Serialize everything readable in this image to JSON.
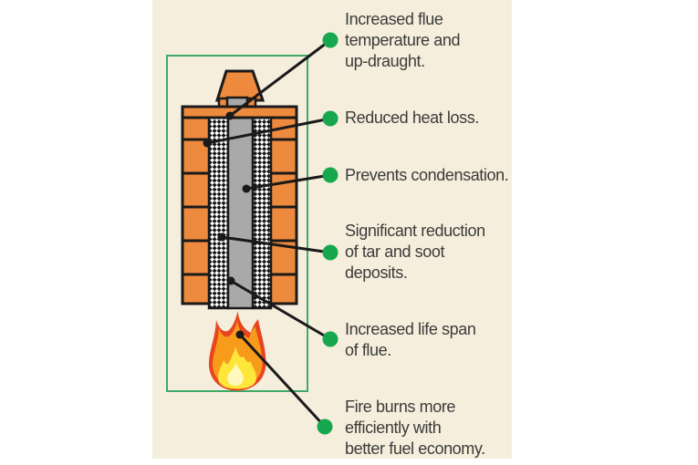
{
  "labels": [
    {
      "id": "flue-temperature",
      "lines": [
        "Increased flue",
        "temperature and",
        "up-draught."
      ]
    },
    {
      "id": "heat-loss",
      "lines": [
        "Reduced heat loss."
      ]
    },
    {
      "id": "condensation",
      "lines": [
        "Prevents condensation."
      ]
    },
    {
      "id": "tar-soot",
      "lines": [
        "Significant reduction",
        "of tar and soot",
        "deposits."
      ]
    },
    {
      "id": "life-span",
      "lines": [
        "Increased life span",
        "of flue."
      ]
    },
    {
      "id": "fuel-economy",
      "lines": [
        "Fire burns more",
        "efficiently with",
        "better fuel economy."
      ]
    }
  ],
  "colors": {
    "background": "#FFFFFF",
    "panel_bg": "#F5EEDC",
    "outline_green": "#3FA968",
    "bullet_green": "#17A74E",
    "text": "#3B3B3A",
    "brick_orange": "#ED8A3D",
    "flue_gray": "#A9A9A7",
    "line_black": "#1A1A1A",
    "flame_outer": "#E8451F",
    "flame_mid": "#F89B1B",
    "flame_inner": "#FFE63B",
    "flame_core": "#FFF9BF"
  }
}
